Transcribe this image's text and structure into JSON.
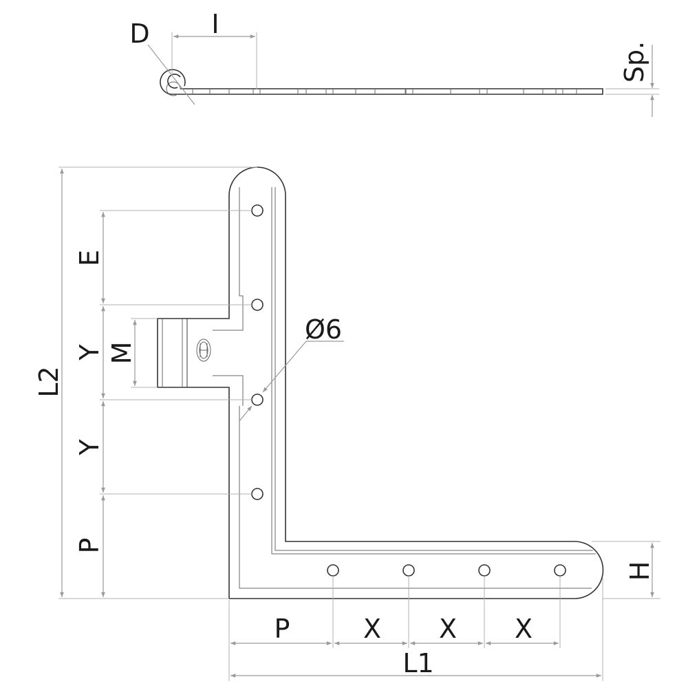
{
  "labels": {
    "D": "D",
    "I": "I",
    "Sp": "Sp.",
    "L2": "L2",
    "E": "E",
    "Y1": "Y",
    "Y2": "Y",
    "M": "M",
    "P_vertical": "P",
    "hole_diameter": "Ø6",
    "H": "H",
    "P_horizontal": "P",
    "X1": "X",
    "X2": "X",
    "X3": "X",
    "L1": "L1"
  },
  "colors": {
    "outline": "#333333",
    "dimension": "#9a9a9a"
  }
}
